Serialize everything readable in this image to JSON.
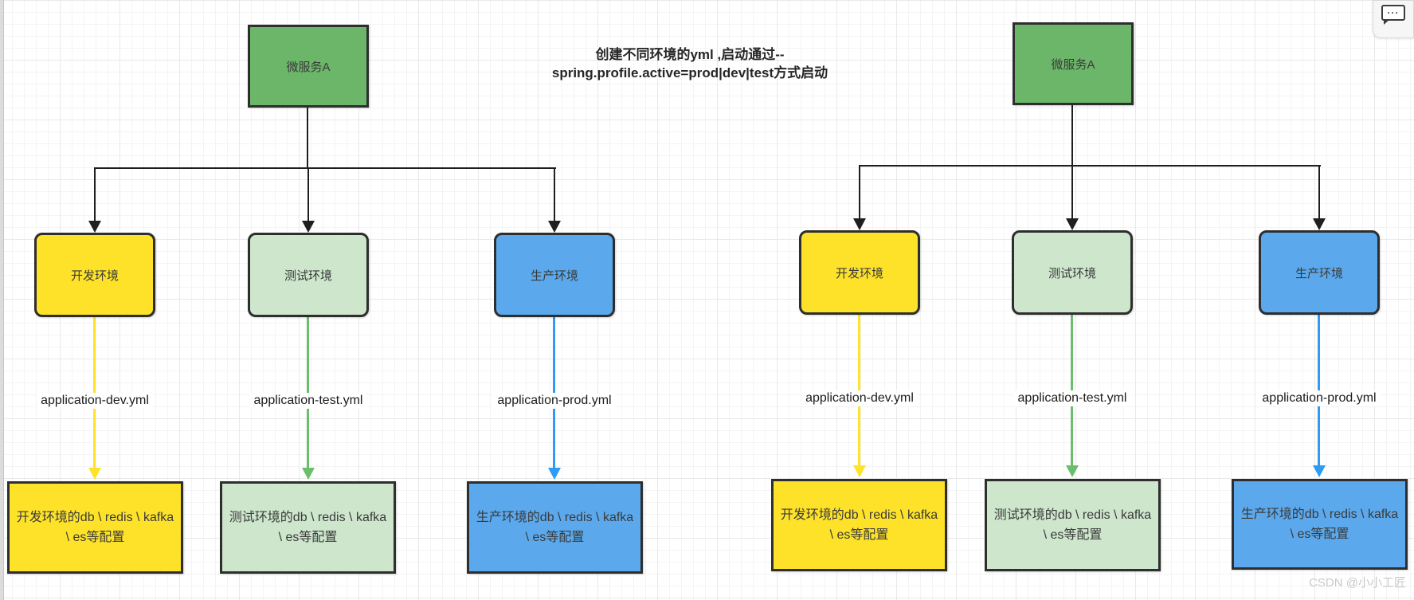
{
  "canvas": {
    "title_line1": "创建不同环境的yml ,启动通过--",
    "title_line2": "spring.profile.active=prod|dev|test方式启动",
    "watermark": "CSDN @小小工匠"
  },
  "icons": {
    "comments_glyph": "···"
  },
  "colors": {
    "service_fill": "#6CB66A",
    "dev_fill": "#FDE229",
    "test_fill": "#CDE6CC",
    "prod_fill": "#5BA9EC",
    "arrow_yellow": "#FFE32B",
    "arrow_green": "#6BBE6B",
    "arrow_blue": "#2E9BF5",
    "connector": "#1F1F1F"
  },
  "groups": [
    {
      "service_label": "微服务A",
      "branches": [
        {
          "env_label": "开发环境",
          "yml_label": "application-dev.yml",
          "config_label": "开发环境的db \\ redis \\ kafka \\ es等配置"
        },
        {
          "env_label": "测试环境",
          "yml_label": "application-test.yml",
          "config_label": "测试环境的db \\ redis \\ kafka \\ es等配置"
        },
        {
          "env_label": "生产环境",
          "yml_label": "application-prod.yml",
          "config_label": "生产环境的db \\ redis \\ kafka \\ es等配置"
        }
      ]
    },
    {
      "service_label": "微服务A",
      "branches": [
        {
          "env_label": "开发环境",
          "yml_label": "application-dev.yml",
          "config_label": "开发环境的db \\ redis \\ kafka \\ es等配置"
        },
        {
          "env_label": "测试环境",
          "yml_label": "application-test.yml",
          "config_label": "测试环境的db \\ redis \\ kafka \\ es等配置"
        },
        {
          "env_label": "生产环境",
          "yml_label": "application-prod.yml",
          "config_label": "生产环境的db \\ redis \\ kafka \\ es等配置"
        }
      ]
    }
  ]
}
